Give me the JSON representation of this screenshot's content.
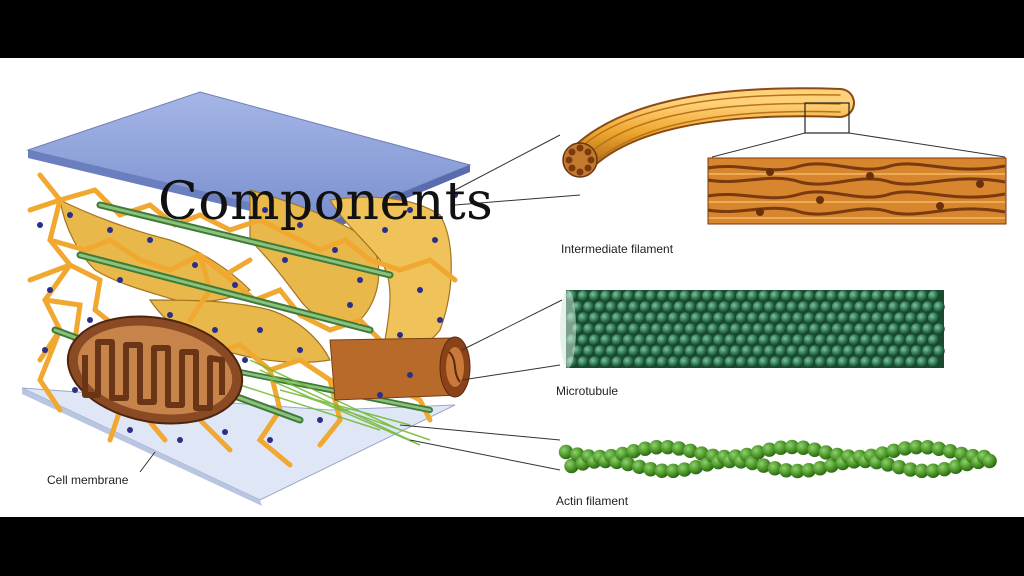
{
  "slide": {
    "title": "Components"
  },
  "labels": {
    "intermediate_filament": "Intermediate filament",
    "microtubule": "Microtubule",
    "actin_filament": "Actin filament",
    "cell_membrane": "Cell membrane"
  },
  "colors": {
    "letterbox": "#000000",
    "background": "#ffffff",
    "membrane_blue": "#8aa0d8",
    "er_gold": "#e8b84a",
    "filament_orange": "#f0a830",
    "intermediate_brown": "#a85a22",
    "microtubule_green": "#2f7a52",
    "actin_green": "#6fb830",
    "mitochondrion_brown": "#8a4a24"
  }
}
